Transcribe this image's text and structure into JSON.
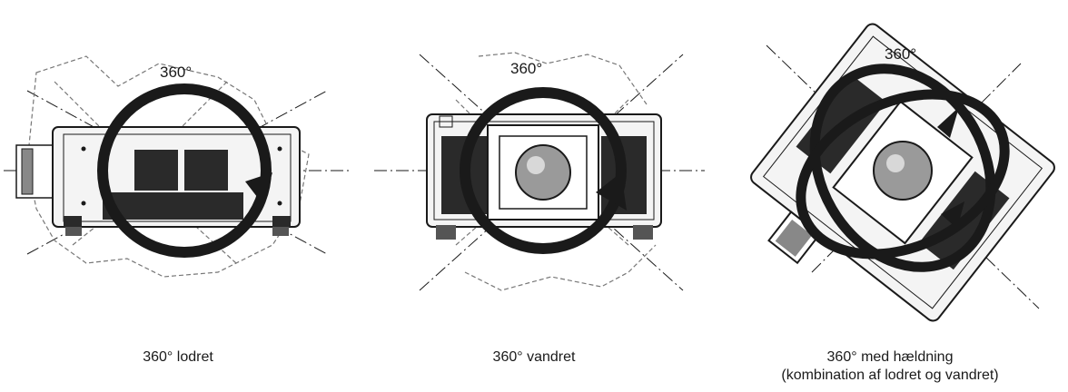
{
  "panels": [
    {
      "angle_label": "360°",
      "caption": "360° lodret"
    },
    {
      "angle_label": "360°",
      "caption": "360° vandret"
    },
    {
      "angle_label": "360°",
      "caption_line1": "360° med hældning",
      "caption_line2": "(kombination af lodret og vandret)"
    }
  ],
  "colors": {
    "ink": "#1a1a1a",
    "body_light": "#f4f4f4",
    "grille": "#2a2a2a",
    "dash": "#777777",
    "lens": "#9a9a9a"
  },
  "icons": [
    "projector-side-view-icon",
    "projector-front-view-icon",
    "projector-tilted-view-icon",
    "rotation-arrow-icon",
    "ring-arrow-icon"
  ]
}
